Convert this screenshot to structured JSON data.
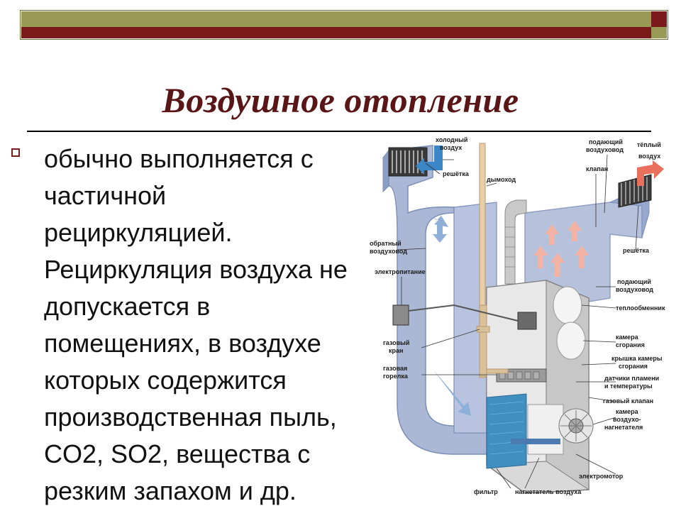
{
  "slide": {
    "title": "Воздушное отопление",
    "bullet_lines": [
      "обычно выполняется с",
      "частичной",
      "рециркуляцией.",
      "Рециркуляция воздуха не",
      "допускается в",
      "помещениях, в воздухе",
      "которых содержится",
      "производственная пыль,",
      "CO2, SO2, вещества с",
      "резким запахом и др."
    ]
  },
  "diagram": {
    "labels": {
      "cold_air_1": "холодный",
      "cold_air_2": "воздух",
      "grille_top": "решётка",
      "flue": "дымоход",
      "supply_duct_top_1": "подающий",
      "supply_duct_top_2": "воздуховод",
      "warm_air_1": "тёплый",
      "warm_air_2": "воздух",
      "valve": "клапан",
      "return_duct_1": "обратный",
      "return_duct_2": "воздуховод",
      "grille_right": "решётка",
      "power": "электропитание",
      "supply_duct_mid_1": "подающий",
      "supply_duct_mid_2": "воздуховод",
      "heat_exchanger": "теплообменник",
      "gas_tap_1": "газовый",
      "gas_tap_2": "кран",
      "combustion_chamber_1": "камера",
      "combustion_chamber_2": "сгорания",
      "chamber_cover_1": "крышка камеры",
      "chamber_cover_2": "сгорания",
      "gas_burner_1": "газовая",
      "gas_burner_2": "горелка",
      "sensors_1": "датчики пламени",
      "sensors_2": "и температуры",
      "gas_valve": "газовый клапан",
      "blower_chamber_1": "камера",
      "blower_chamber_2": "воздухо-",
      "blower_chamber_3": "нагнетателя",
      "electric_motor": "электромотор",
      "filter": "фильтр",
      "blower": "нагнетатель воздуха"
    },
    "colors": {
      "duct": "#aab8d6",
      "duct_dark": "#7d8fb8",
      "cold_arrow": "#3b86c6",
      "warm_arrow": "#e8705c",
      "flow_arrow": "#8eb0d8",
      "filter": "#3f8fc0",
      "cabinet": "#d9d9d9"
    }
  }
}
